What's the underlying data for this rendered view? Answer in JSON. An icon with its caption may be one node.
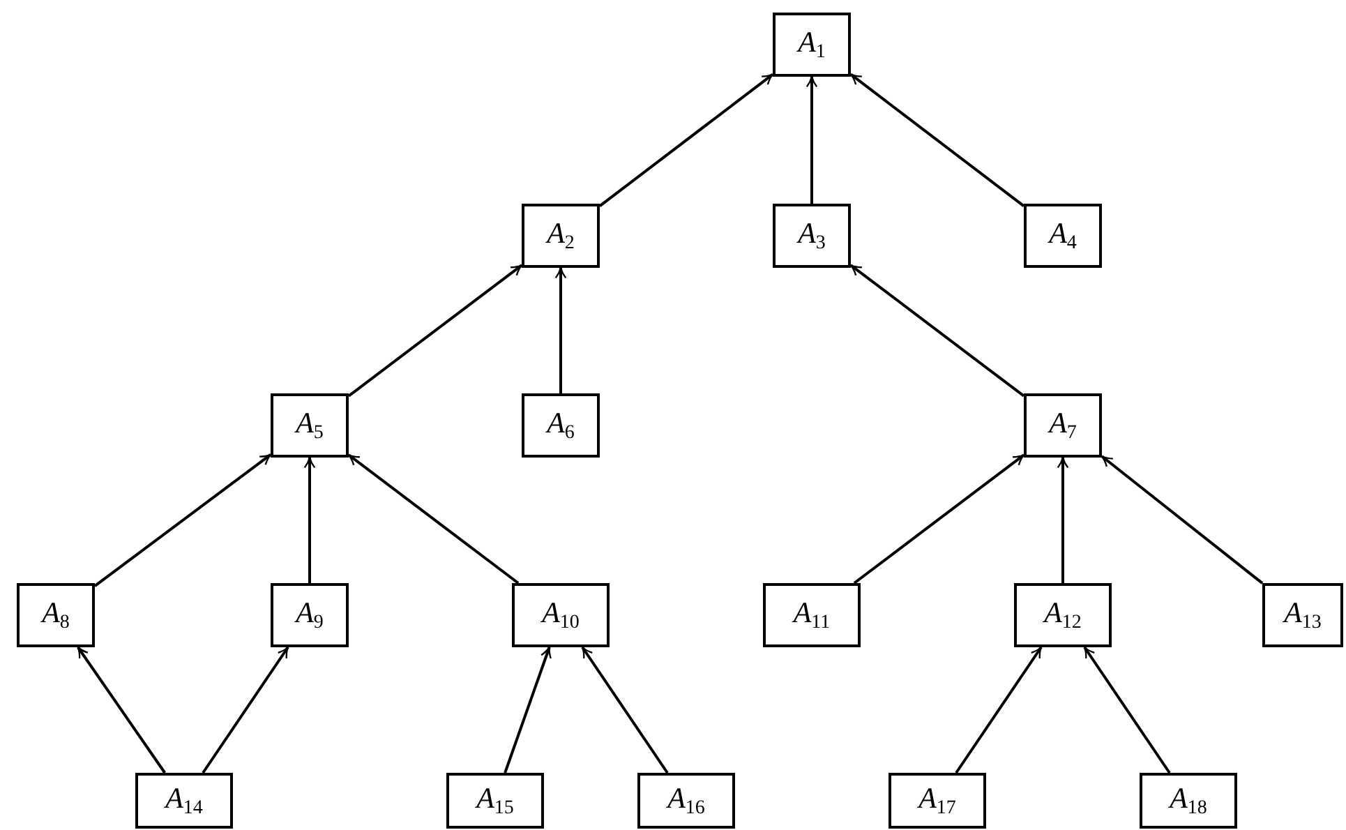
{
  "diagram": {
    "nodes": [
      {
        "text": [
          "*A*$_{1}$"
        ]
      },
      {
        "text": [
          "*A*$_{2}$"
        ]
      },
      {
        "text": [
          "*A*$_{3}$"
        ]
      },
      {
        "text": [
          "*A*$_{4}$"
        ]
      },
      {
        "text": [
          "*A*$_{5}$"
        ]
      },
      {
        "text": [
          "*A*$_{6}$"
        ]
      },
      {
        "text": [
          "*A*$_{7}$"
        ]
      },
      {
        "text": [
          "*A*$_{8}$"
        ]
      },
      {
        "text": [
          "*A*$_{9}$"
        ]
      },
      {
        "text": [
          "*A*$_{10}$"
        ]
      },
      {
        "text": [
          "*A*$_{11}$"
        ]
      },
      {
        "text": [
          "*A*$_{12}$"
        ]
      },
      {
        "text": [
          "*A*$_{13}$"
        ]
      },
      {
        "text": [
          "*A*$_{14}$"
        ]
      },
      {
        "text": [
          "*A*$_{15}$"
        ]
      },
      {
        "text": [
          "*A*$_{16}$"
        ]
      },
      {
        "text": [
          "*A*$_{17}$"
        ]
      },
      {
        "text": [
          "*A*$_{18}$"
        ]
      }
    ],
    "edges": [
      {
        "from": 1,
        "to": 0,
        "arrow": "to"
      },
      {
        "from": 2,
        "to": 0,
        "arrow": "to"
      },
      {
        "from": 3,
        "to": 0,
        "arrow": "to"
      },
      {
        "from": 4,
        "to": 1,
        "arrow": "to"
      },
      {
        "from": 5,
        "to": 1,
        "arrow": "to"
      },
      {
        "from": 6,
        "to": 2,
        "arrow": "to"
      },
      {
        "from": 7,
        "to": 4,
        "arrow": "to"
      },
      {
        "from": 8,
        "to": 4,
        "arrow": "to"
      },
      {
        "from": 9,
        "to": 4,
        "arrow": "to"
      },
      {
        "from": 10,
        "to": 6,
        "arrow": "to"
      },
      {
        "from": 11,
        "to": 6,
        "arrow": "to"
      },
      {
        "from": 12,
        "to": 6,
        "arrow": "to"
      },
      {
        "from": 13,
        "to": 7,
        "arrow": "to"
      },
      {
        "from": 13,
        "to": 8,
        "arrow": "to"
      },
      {
        "from": 14,
        "to": 9,
        "arrow": "to"
      },
      {
        "from": 15,
        "to": 9,
        "arrow": "to"
      },
      {
        "from": 16,
        "to": 11,
        "arrow": "to"
      },
      {
        "from": 17,
        "to": 11,
        "arrow": "to"
      }
    ]
  }
}
